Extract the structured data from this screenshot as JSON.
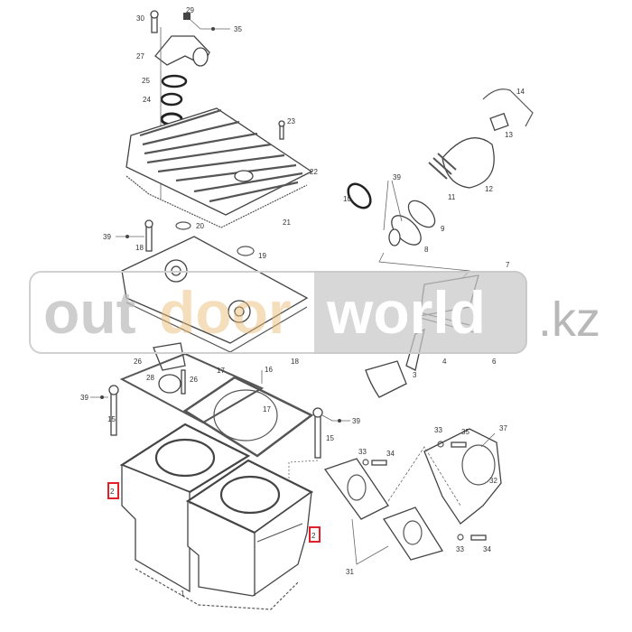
{
  "diagram": {
    "title": "Engine cylinder and head exploded parts diagram",
    "labels": [
      {
        "id": "30",
        "text": "30"
      },
      {
        "id": "29",
        "text": "29"
      },
      {
        "id": "35a",
        "text": "35"
      },
      {
        "id": "27",
        "text": "27"
      },
      {
        "id": "25",
        "text": "25"
      },
      {
        "id": "24",
        "text": "24"
      },
      {
        "id": "23",
        "text": "23"
      },
      {
        "id": "22",
        "text": "22"
      },
      {
        "id": "21",
        "text": "21"
      },
      {
        "id": "20",
        "text": "20"
      },
      {
        "id": "39a",
        "text": "39"
      },
      {
        "id": "18a",
        "text": "18"
      },
      {
        "id": "19",
        "text": "19"
      },
      {
        "id": "14",
        "text": "14"
      },
      {
        "id": "13",
        "text": "13"
      },
      {
        "id": "10",
        "text": "10"
      },
      {
        "id": "39b",
        "text": "39"
      },
      {
        "id": "11",
        "text": "11"
      },
      {
        "id": "12",
        "text": "12"
      },
      {
        "id": "9",
        "text": "9"
      },
      {
        "id": "8",
        "text": "8"
      },
      {
        "id": "7",
        "text": "7"
      },
      {
        "id": "6",
        "text": "6"
      },
      {
        "id": "4",
        "text": "4"
      },
      {
        "id": "3",
        "text": "3"
      },
      {
        "id": "26a",
        "text": "26"
      },
      {
        "id": "18b",
        "text": "18"
      },
      {
        "id": "16",
        "text": "16"
      },
      {
        "id": "28",
        "text": "28"
      },
      {
        "id": "26b",
        "text": "26"
      },
      {
        "id": "17a",
        "text": "17"
      },
      {
        "id": "39c",
        "text": "39"
      },
      {
        "id": "15a",
        "text": "15"
      },
      {
        "id": "17b",
        "text": "17"
      },
      {
        "id": "39d",
        "text": "39"
      },
      {
        "id": "15b",
        "text": "15"
      },
      {
        "id": "33a",
        "text": "33"
      },
      {
        "id": "35b",
        "text": "35"
      },
      {
        "id": "37",
        "text": "37"
      },
      {
        "id": "33b",
        "text": "33"
      },
      {
        "id": "34a",
        "text": "34"
      },
      {
        "id": "32",
        "text": "32"
      },
      {
        "id": "31",
        "text": "31"
      },
      {
        "id": "33c",
        "text": "33"
      },
      {
        "id": "34b",
        "text": "34"
      },
      {
        "id": "1",
        "text": "1"
      }
    ],
    "highlighted_callouts": [
      {
        "text": "2"
      },
      {
        "text": "2"
      }
    ],
    "highlight_color": "#e2202a"
  },
  "watermark": {
    "part1": "out",
    "part2": "door",
    "part3": "world",
    "part4": ".kz"
  }
}
